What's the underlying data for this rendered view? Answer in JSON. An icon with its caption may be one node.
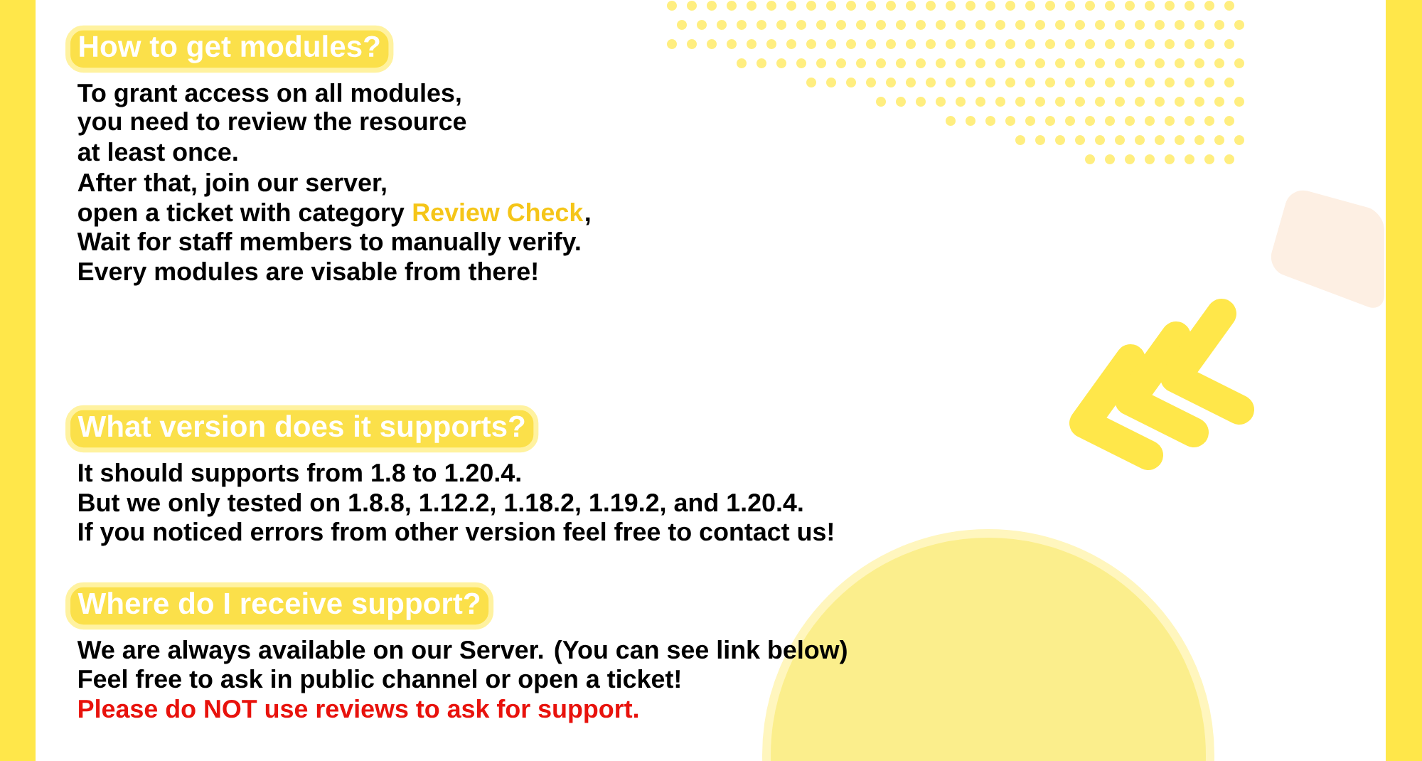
{
  "diagram": {
    "nodes": [
      {
        "text": [
          "How to get modules?"
        ]
      },
      {
        "text": [
          "What version does it supports?"
        ]
      },
      {
        "text": [
          "Where do I receive support?"
        ]
      }
    ],
    "labels": [
      "To grant access on all modules,",
      "you need to review the resource",
      "at least once.",
      "After that, join our server,",
      "open a ticket with category",
      "Review Check",
      ",",
      "Wait for staff members to manually verify.",
      "Every modules are visable from there!",
      "It should supports from 1.8 to 1.20.4.",
      "But we only tested on 1.8.8, 1.12.2, 1.18.2, 1.19.2, and 1.20.4.",
      "If you noticed errors from other version feel free to contact us!",
      "We are always available on our Server. (You can see link below)",
      "Feel free to ask in public channel or open a ticket!",
      "Please do NOT use reviews to ask for support."
    ]
  }
}
